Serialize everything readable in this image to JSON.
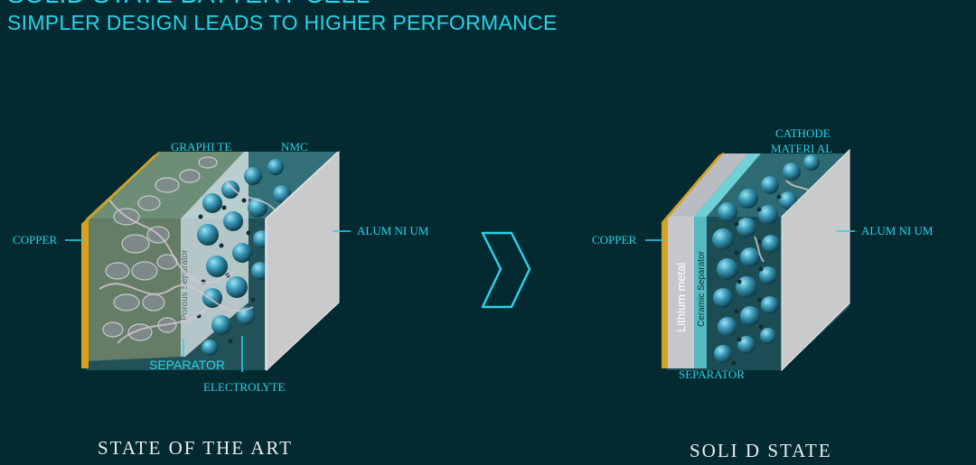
{
  "header": {
    "title": "SOLID STATE BATTERY CELL",
    "subtitle": "SIMPLER DESIGN LEADS TO HIGHER PERFORMANCE"
  },
  "left_cell": {
    "label_graphite": "GRAPHI TE",
    "label_nmc": "NMC",
    "label_copper": "COPPER",
    "label_aluminum": "ALUM NI UM",
    "label_separator": "SEPARATOR",
    "label_electrolyte": "ELECTROLYTE",
    "layer_text": "Porous Separator",
    "caption": "STATE  OF  THE  ART"
  },
  "right_cell": {
    "label_cathode_line1": "CATHODE",
    "label_cathode_line2": "MATERI AL",
    "label_copper": "COPPER",
    "label_aluminum": "ALUM NI UM",
    "label_separator": "SEPARATOR",
    "layer_lithium": "Lithium metal",
    "layer_ceramic": "Ceramic Separator",
    "caption": "SOLI D  STATE"
  },
  "colors": {
    "background": "#032a30",
    "accent": "#27d3ea",
    "copper": "#d6a21e",
    "aluminum": "#c8cacb",
    "particle": "#3a9ab8"
  },
  "icons": {
    "arrow": "chevron-right-icon"
  }
}
